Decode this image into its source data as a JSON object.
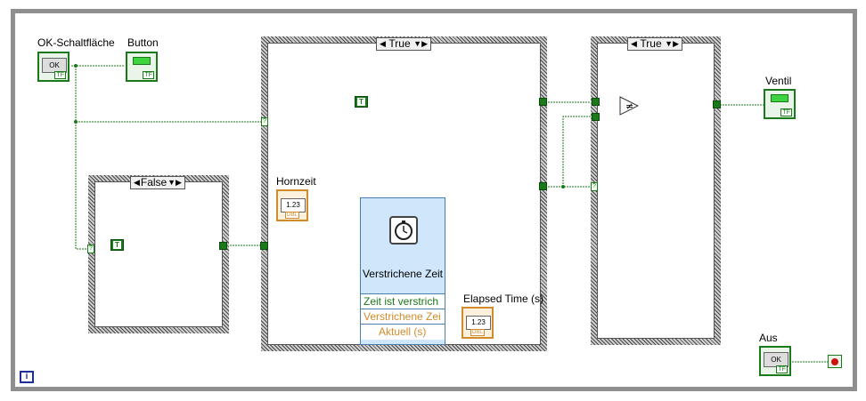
{
  "labels": {
    "ok_control": "OK-Schaltfläche",
    "button": "Button",
    "horn_time": "Hornzeit",
    "valve": "Ventil",
    "elapsed_time": "Elapsed Time (s)",
    "stop": "Aus"
  },
  "case_structures": {
    "left": "False",
    "middle": "True",
    "right": "True"
  },
  "express_vi": {
    "title": "Verstrichene Zeit",
    "outputs": [
      "Zeit ist verstrich",
      "Verstrichene Zei",
      "Aktuell (s)"
    ]
  },
  "controls": {
    "ok_text": "OK",
    "tf_tag": "TF",
    "dbl_tag": "DBL",
    "numeric_display": "1.23",
    "true_const": "T",
    "not_equal": "≠",
    "tunnel_question": "?",
    "info": "i"
  },
  "colors": {
    "boolean_wire": "#1a7a1a",
    "numeric_wire": "#d08b2a",
    "express_bg": "#cfe6fb"
  }
}
